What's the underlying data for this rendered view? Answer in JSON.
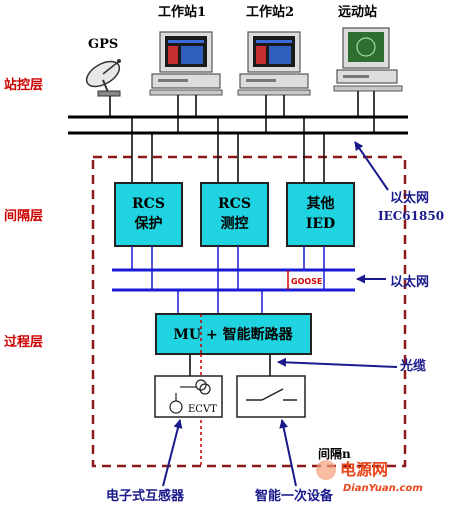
{
  "layers": {
    "station": "站控层",
    "bay": "间隔层",
    "process": "过程层"
  },
  "top_labels": {
    "gps": "GPS",
    "workstation1": "工作站1",
    "workstation2": "工作站2",
    "remote": "远动站"
  },
  "ied_boxes": [
    {
      "line1": "RCS",
      "line2": "保护"
    },
    {
      "line1": "RCS",
      "line2": "测控"
    },
    {
      "line1": "其他",
      "line2": "IED"
    }
  ],
  "network": {
    "ethernet1": "以太网",
    "iec": "IEC61850",
    "goose": "GOOSE",
    "ethernet2": "以太网",
    "fiber": "光缆"
  },
  "process_box": {
    "label": "MU + 智能断路器"
  },
  "devices": {
    "ecvt": "ECVT",
    "bay_n": "间隔n",
    "transformer": "电子式互感器",
    "primary_device": "智能一次设备"
  },
  "watermark": {
    "cn": "电源网",
    "url": "DianYuan.com"
  },
  "colors": {
    "layer_text": "#cc0000",
    "arrow": "#1a1a8c",
    "box_fill": "#1fd3e0",
    "bus_blue": "#1a1ad6",
    "dashed_border": "#8b1a1a"
  }
}
